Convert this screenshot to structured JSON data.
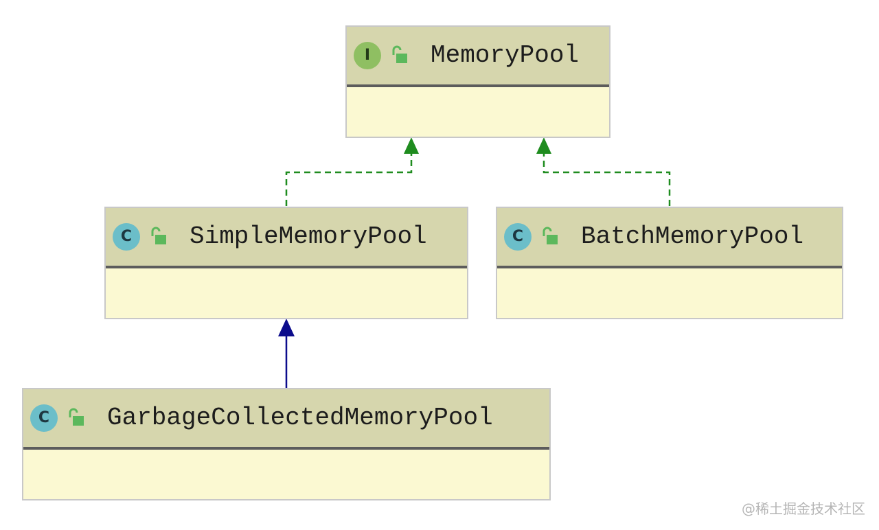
{
  "diagram": {
    "nodes": [
      {
        "id": "memorypool",
        "kind": "interface",
        "badge": "I",
        "name": "MemoryPool"
      },
      {
        "id": "simplememorypool",
        "kind": "class",
        "badge": "C",
        "name": "SimpleMemoryPool"
      },
      {
        "id": "batchmemorypool",
        "kind": "class",
        "badge": "C",
        "name": "BatchMemoryPool"
      },
      {
        "id": "garbagecollectedmemorypool",
        "kind": "class",
        "badge": "C",
        "name": "GarbageCollectedMemoryPool"
      }
    ],
    "edges": [
      {
        "from": "simplememorypool",
        "to": "memorypool",
        "type": "implements",
        "style": "dashed",
        "color": "#1f8c1f"
      },
      {
        "from": "batchmemorypool",
        "to": "memorypool",
        "type": "implements",
        "style": "dashed",
        "color": "#1f8c1f"
      },
      {
        "from": "garbagecollectedmemorypool",
        "to": "simplememorypool",
        "type": "extends",
        "style": "solid",
        "color": "#0c0c8c"
      }
    ],
    "icons": {
      "interface_badge": "interface-icon",
      "class_badge": "class-icon",
      "visibility": "unlocked-padlock-icon"
    },
    "colors": {
      "header_bg": "#d6d6ad",
      "body_bg": "#fbf9d2",
      "interface_badge": "#8fbf62",
      "class_badge": "#6bbec9",
      "lock": "#5cb85c"
    }
  },
  "watermark": "@稀土掘金技术社区"
}
